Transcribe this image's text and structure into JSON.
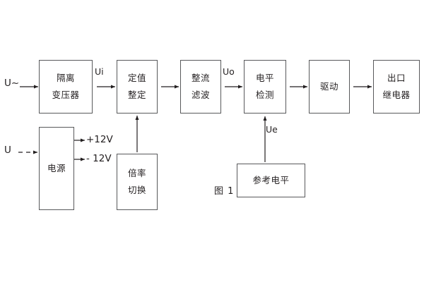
{
  "figure": {
    "caption": "图 1",
    "line_color": "#58595b",
    "text_color": "#231f20",
    "background": "#ffffff"
  },
  "blocks": {
    "isolation_transformer": {
      "line1": "隔离",
      "line2": "变压器"
    },
    "value_setting": {
      "line1": "定值",
      "line2": "整定"
    },
    "rectifier_filter": {
      "line1": "整流",
      "line2": "滤波"
    },
    "level_detection": {
      "line1": "电平",
      "line2": "检测"
    },
    "drive": {
      "line1": "驱动"
    },
    "output_relay": {
      "line1": "出口",
      "line2": "继电器"
    },
    "power_supply": {
      "line1": "电源"
    },
    "multiplier_switch": {
      "line1": "倍率",
      "line2": "切换"
    },
    "reference_level": {
      "line1": "参考电平"
    }
  },
  "signals": {
    "ac_input": "U~",
    "ui": "Ui",
    "uo": "Uo",
    "ue": "Ue",
    "dc_input": "U",
    "plus_12v": "+12V",
    "minus_12v": "- 12V"
  }
}
